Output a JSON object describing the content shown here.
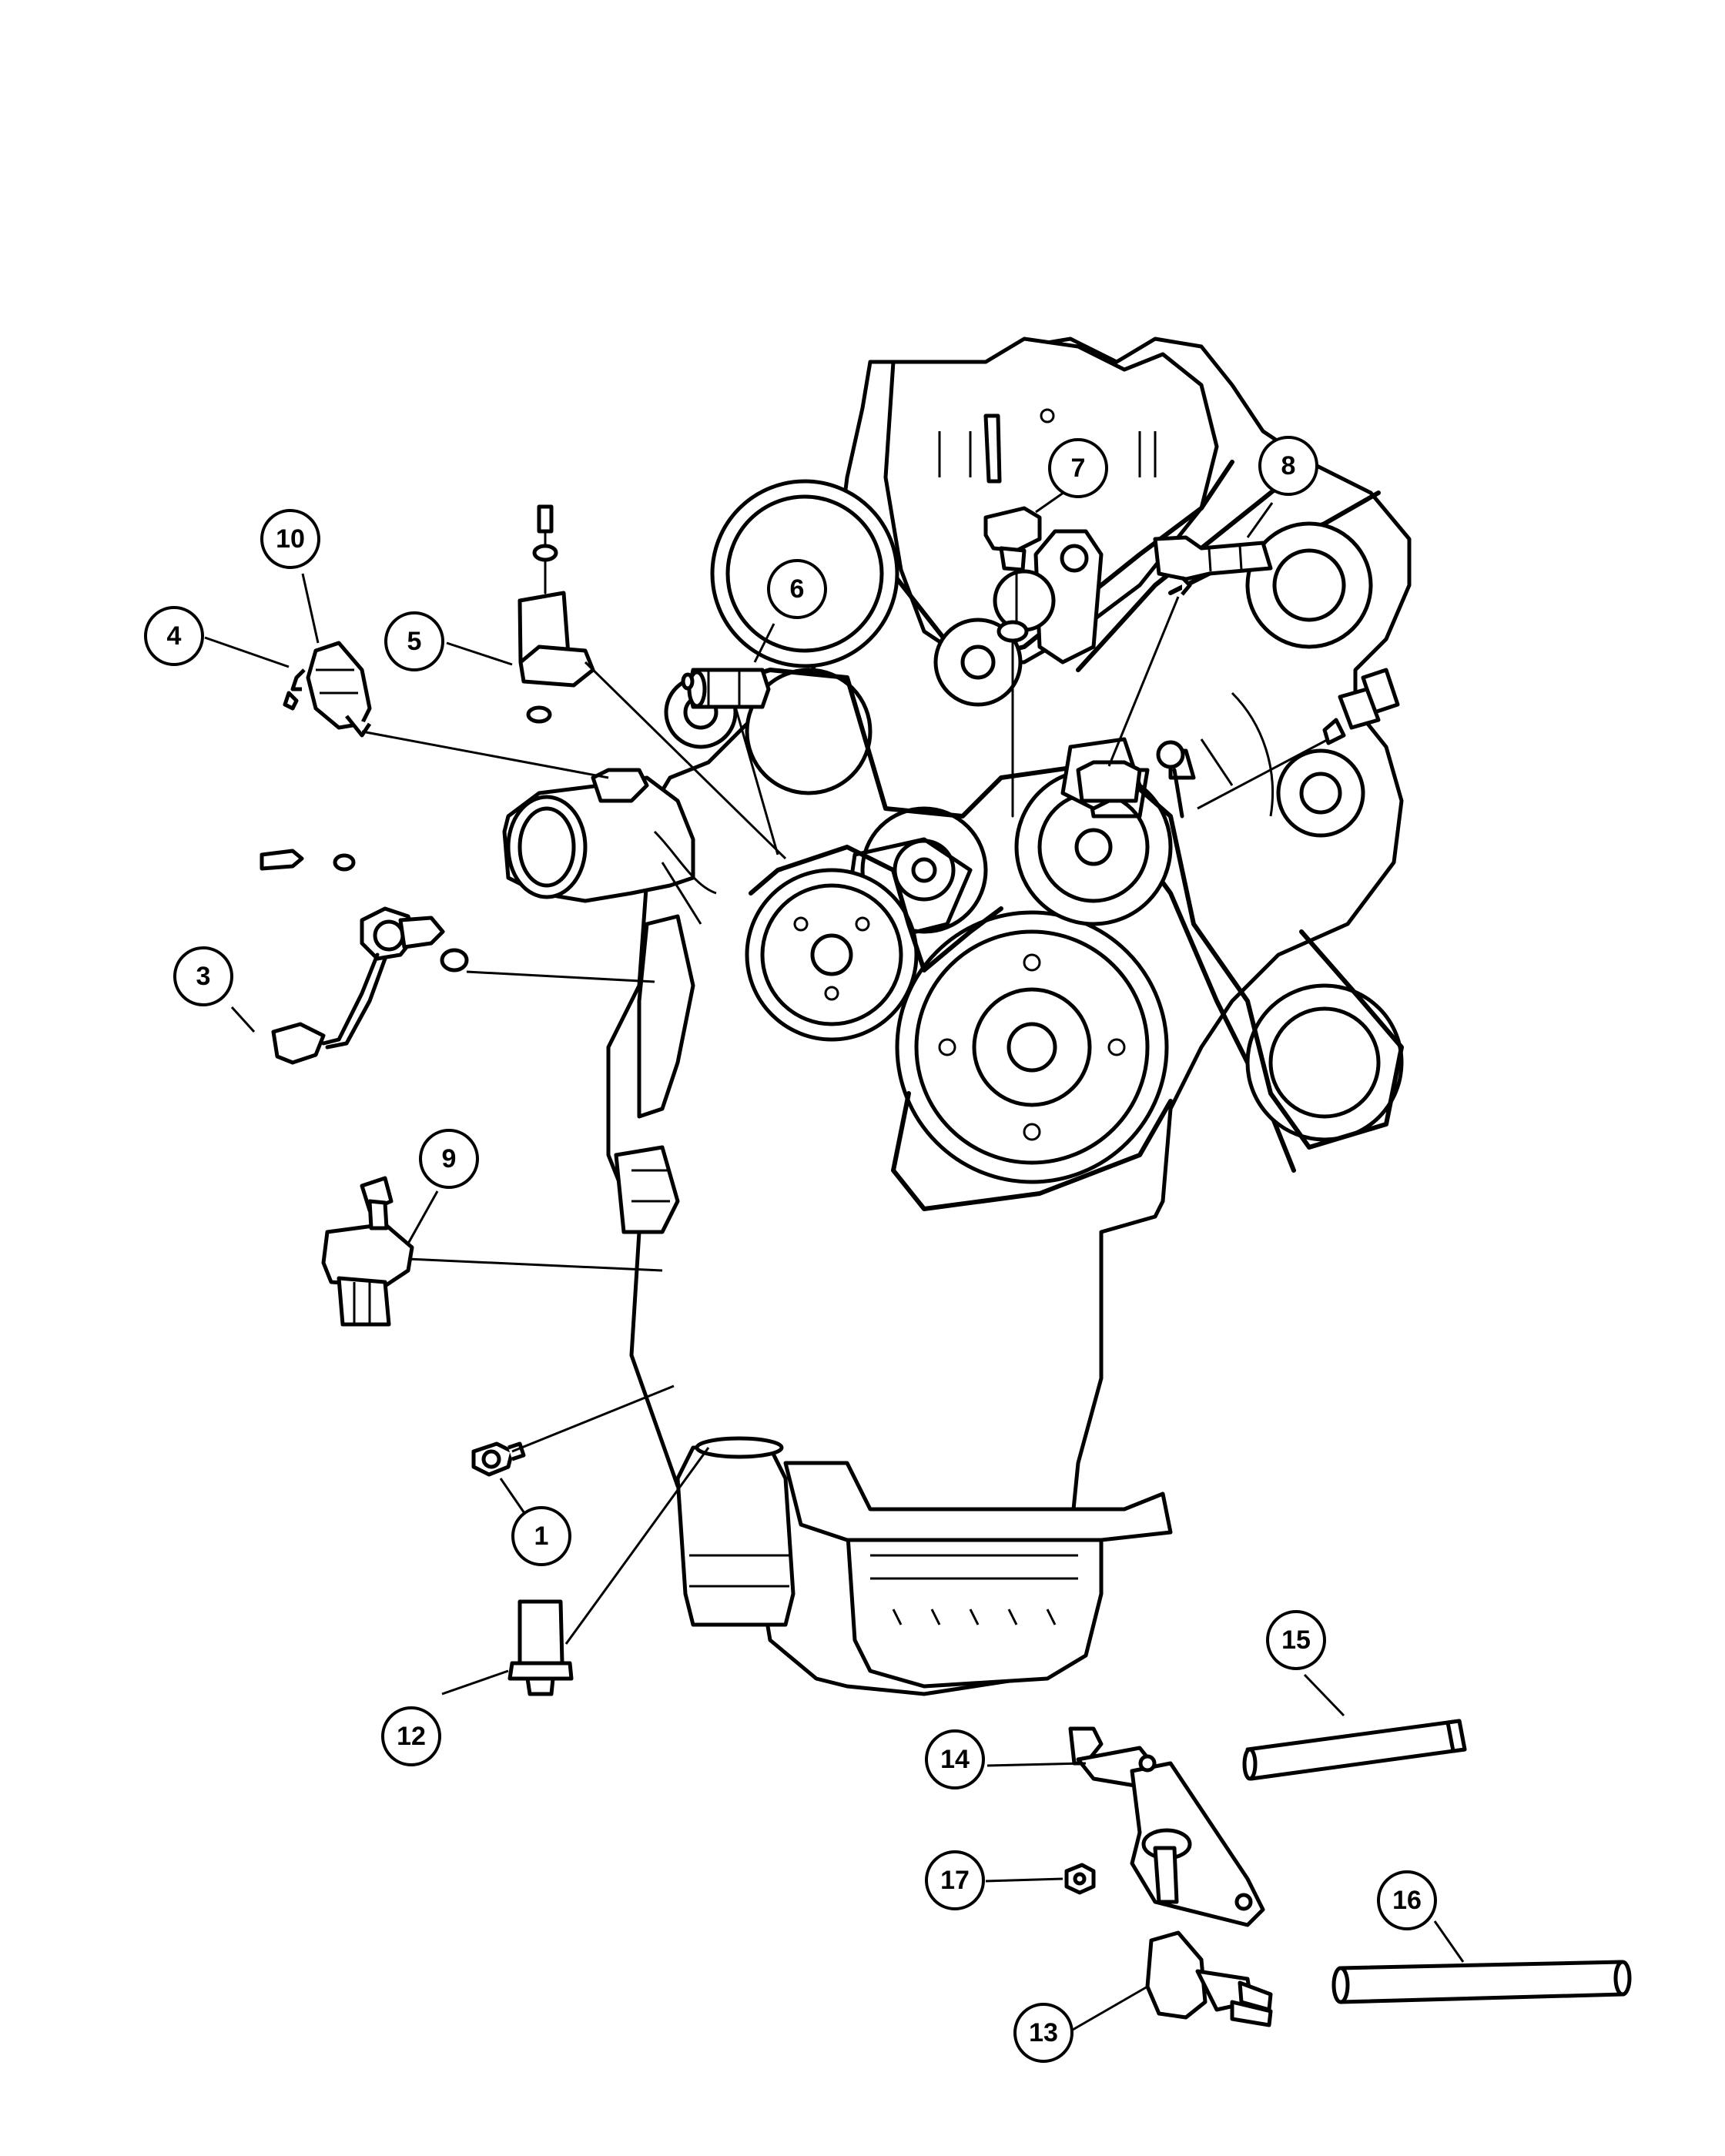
{
  "diagram": {
    "callouts": [
      {
        "id": "1",
        "label": "1"
      },
      {
        "id": "3",
        "label": "3"
      },
      {
        "id": "4",
        "label": "4"
      },
      {
        "id": "5",
        "label": "5"
      },
      {
        "id": "6",
        "label": "6"
      },
      {
        "id": "7",
        "label": "7"
      },
      {
        "id": "8",
        "label": "8"
      },
      {
        "id": "9",
        "label": "9"
      },
      {
        "id": "10",
        "label": "10"
      },
      {
        "id": "12",
        "label": "12"
      },
      {
        "id": "13",
        "label": "13"
      },
      {
        "id": "14",
        "label": "14"
      },
      {
        "id": "15",
        "label": "15"
      },
      {
        "id": "16",
        "label": "16"
      },
      {
        "id": "17",
        "label": "17"
      }
    ]
  }
}
